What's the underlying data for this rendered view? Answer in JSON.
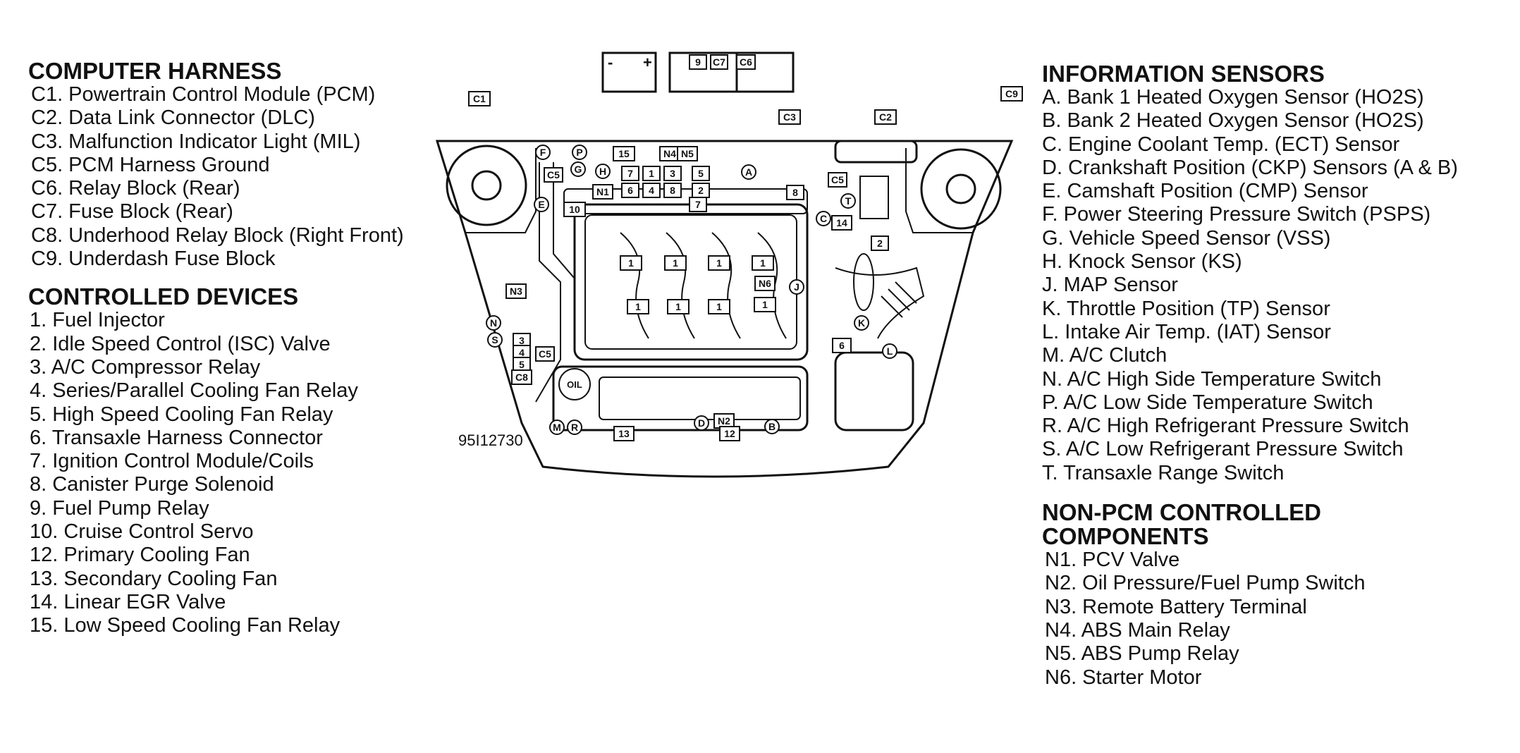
{
  "figure_code": "95I12730",
  "computer_harness": {
    "heading": "COMPUTER HARNESS",
    "items": [
      "C1. Powertrain Control Module (PCM)",
      "C2. Data Link Connector (DLC)",
      "C3. Malfunction Indicator Light (MIL)",
      "C5. PCM Harness Ground",
      "C6. Relay Block (Rear)",
      "C7. Fuse Block (Rear)",
      "C8. Underhood Relay Block (Right Front)",
      "C9. Underdash Fuse Block"
    ]
  },
  "controlled_devices": {
    "heading": "CONTROLLED DEVICES",
    "items": [
      "1. Fuel Injector",
      "2. Idle Speed Control (ISC) Valve",
      "3. A/C Compressor Relay",
      "4. Series/Parallel Cooling Fan Relay",
      "5. High Speed Cooling Fan Relay",
      "6. Transaxle Harness Connector",
      "7. Ignition Control Module/Coils",
      "8. Canister Purge Solenoid",
      "9. Fuel Pump Relay",
      "10. Cruise Control Servo",
      "12. Primary Cooling Fan",
      "13. Secondary Cooling Fan",
      "14. Linear EGR Valve",
      "15. Low Speed Cooling Fan Relay"
    ]
  },
  "information_sensors": {
    "heading": "INFORMATION SENSORS",
    "items": [
      "A. Bank 1 Heated Oxygen Sensor (HO2S)",
      "B. Bank 2 Heated Oxygen Sensor (HO2S)",
      "C. Engine Coolant Temp. (ECT) Sensor",
      "D. Crankshaft Position (CKP) Sensors (A & B)",
      "E. Camshaft Position (CMP) Sensor",
      "F. Power Steering Pressure Switch (PSPS)",
      "G. Vehicle Speed Sensor (VSS)",
      "H. Knock Sensor (KS)",
      "J. MAP Sensor",
      "K. Throttle Position (TP) Sensor",
      "L. Intake Air Temp. (IAT) Sensor",
      "M. A/C Clutch",
      "N. A/C High Side Temperature Switch",
      "P. A/C Low Side Temperature Switch",
      "R. A/C High Refrigerant Pressure Switch",
      "S. A/C Low Refrigerant Pressure Switch",
      "T. Transaxle Range Switch"
    ]
  },
  "non_pcm_components": {
    "heading_line1": "NON-PCM CONTROLLED",
    "heading_line2": "COMPONENTS",
    "items": [
      "N1. PCV Valve",
      "N2. Oil Pressure/Fuel Pump Switch",
      "N3. Remote Battery Terminal",
      "N4. ABS Main Relay",
      "N5. ABS Pump Relay",
      "N6. Starter Motor"
    ]
  },
  "diagram_labels": {
    "battery_minus": "-",
    "battery_plus": "+",
    "c1": "C1",
    "c2": "C2",
    "c3": "C3",
    "c5": "C5",
    "c6": "C6",
    "c7": "C7",
    "c8": "C8",
    "c9": "C9",
    "n1": "N1",
    "n2": "N2",
    "n3": "N3",
    "n4": "N4",
    "n5": "N5",
    "n6": "N6",
    "d1": "1",
    "d2": "2",
    "d3": "3",
    "d4": "4",
    "d5": "5",
    "d6": "6",
    "d7": "7",
    "d8": "8",
    "d9": "9",
    "d10": "10",
    "d12": "12",
    "d13": "13",
    "d14": "14",
    "d15": "15",
    "sA": "A",
    "sB": "B",
    "sC": "C",
    "sD": "D",
    "sE": "E",
    "sF": "F",
    "sG": "G",
    "sH": "H",
    "sJ": "J",
    "sK": "K",
    "sL": "L",
    "sM": "M",
    "sN": "N",
    "sP": "P",
    "sR": "R",
    "sS": "S",
    "sT": "T",
    "oil": "OIL"
  }
}
